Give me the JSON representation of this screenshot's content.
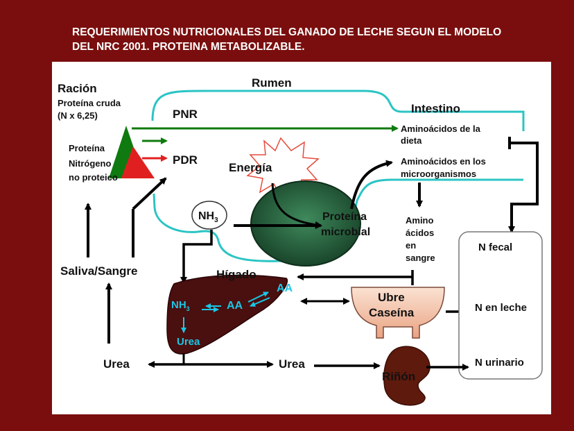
{
  "slide": {
    "title_line1": "REQUERIMIENTOS NUTRICIONALES DEL GANADO DE LECHE SEGUN EL MODELO",
    "title_line2": "DEL NRC 2001. PROTEINA METABOLIZABLE."
  },
  "diagram": {
    "racion": "Ración",
    "proteina_cruda": "Proteína cruda",
    "n_factor": "(N x 6,25)",
    "proteina": "Proteína",
    "nitrogeno": "Nitrógeno",
    "no_proteico": "no proteico",
    "rumen": "Rumen",
    "pnr": "PNR",
    "pdr": "PDR",
    "energia": "Energía",
    "nh3": "NH",
    "nh3_sub": "3",
    "proteina_microbial_1": "Proteína",
    "proteina_microbial_2": "microbial",
    "intestino": "Intestino",
    "aa_dieta_1": "Aminoácidos de la",
    "aa_dieta_2": "dieta",
    "aa_micro_1": "Aminoácidos en los",
    "aa_micro_2": "microorganismos",
    "aa_sangre_1": "Amino",
    "aa_sangre_2": "ácidos",
    "aa_sangre_3": "en",
    "aa_sangre_4": "sangre",
    "saliva_sangre": "Saliva/Sangre",
    "higado": "Hígado",
    "aa_1": "AA",
    "aa_2": "AA",
    "liver_nh3": "NH",
    "liver_nh3_sub": "3",
    "liver_urea": "Urea",
    "ubre": "Ubre",
    "caseina": "Caseína",
    "n_fecal": "N fecal",
    "n_leche": "N en leche",
    "n_urinario": "N urinario",
    "urea_left": "Urea",
    "urea_mid": "Urea",
    "rinon": "Riñón"
  },
  "colors": {
    "slide_background": "#7a0e0e",
    "rumen_outline": "#2bc4c4",
    "protein_arrow": "#0f7a0f",
    "npn_arrow": "#e02020",
    "liver": "#4a0f0f",
    "microbe": "#1f5a36",
    "udder": "#f3bfa0",
    "kidney": "#5e1a0c",
    "liver_text": "#19c8e6"
  }
}
